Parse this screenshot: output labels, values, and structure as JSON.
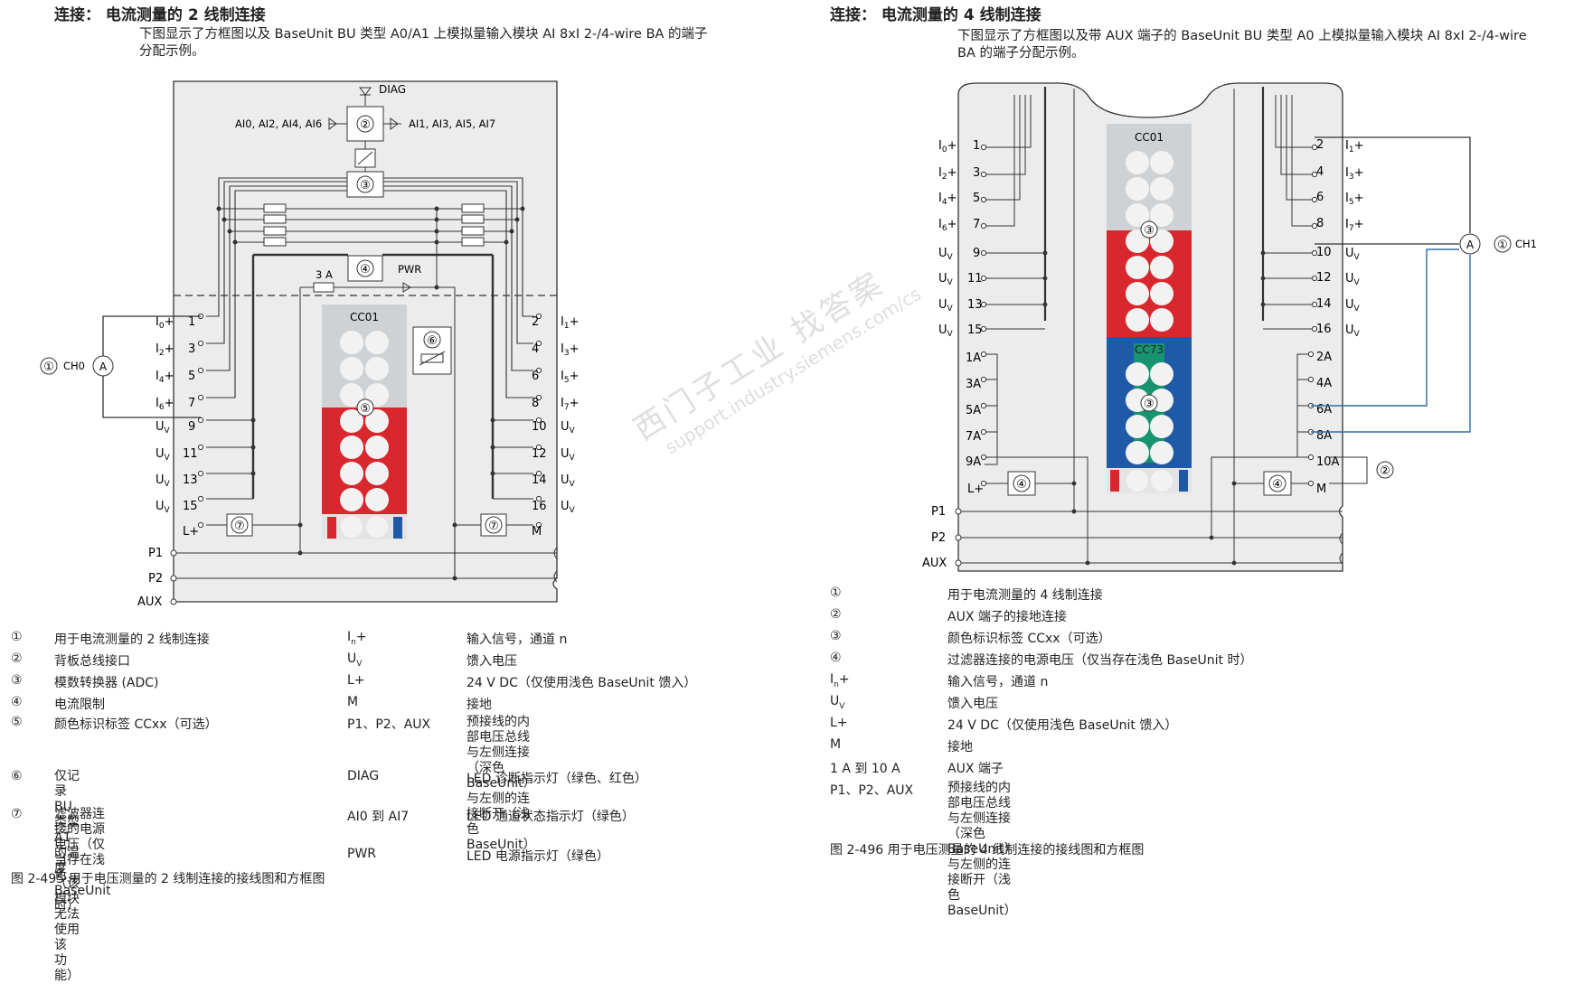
{
  "left": {
    "heading": "连接： 电流测量的 2 线制连接",
    "intro": [
      "下图显示了方框图以及 BaseUnit BU 类型 A0/A1 上模拟量输入模块 AI 8xI 2-/4-wire BA 的端子",
      "分配示例。"
    ],
    "diagram": {
      "diag": "DIAG",
      "led_left": "AI0, AI2, AI4, AI6",
      "led_right": "AI1, AI3, AI5, AI7",
      "fuse": "3 A",
      "pwr": "PWR",
      "cc_label": "CC01",
      "ch_label": "CH0",
      "ammeter": "A",
      "circ": [
        "②",
        "③",
        "④",
        "⑤",
        "⑥",
        "⑦",
        "⑦",
        "①"
      ],
      "left_pins": [
        "1",
        "3",
        "5",
        "7",
        "9",
        "11",
        "13",
        "15"
      ],
      "right_pins": [
        "2",
        "4",
        "6",
        "8",
        "10",
        "12",
        "14",
        "16"
      ],
      "left_sigs": [
        "I",
        "I",
        "I",
        "I",
        "U",
        "U",
        "U",
        "U"
      ],
      "left_subs": [
        "0",
        "2",
        "4",
        "6",
        "V",
        "V",
        "V",
        "V"
      ],
      "left_plus": [
        "+",
        "+",
        "+",
        "+",
        "",
        "",
        "",
        ""
      ],
      "right_sigs": [
        "I",
        "I",
        "I",
        "I",
        "U",
        "U",
        "U",
        "U"
      ],
      "right_subs": [
        "1",
        "3",
        "5",
        "7",
        "V",
        "V",
        "V",
        "V"
      ],
      "right_plus": [
        "+",
        "+",
        "+",
        "+",
        "",
        "",
        "",
        ""
      ],
      "lplus": "L+",
      "m": "M",
      "buses": [
        "P1",
        "P2",
        "AUX"
      ]
    },
    "legend": [
      {
        "num": "①",
        "desc": "用于电流测量的 2 线制连接",
        "term": "In+",
        "term_desc": "输入信号，通道 n"
      },
      {
        "num": "②",
        "desc": "背板总线接口",
        "term": "UV",
        "term_desc": "馈入电压"
      },
      {
        "num": "③",
        "desc": "模数转换器 (ADC)",
        "term": "L+",
        "term_desc": "24 V DC（仅使用浅色 BaseUnit 馈入）"
      },
      {
        "num": "④",
        "desc": "电流限制",
        "term": "M",
        "term_desc": "接地"
      },
      {
        "num": "⑤",
        "desc": "颜色标识标签 CCxx（可选）",
        "term": "P1、P2、AUX",
        "term_desc": "预接线的内部电压总线\n与左侧连接（深色 BaseUnit）\n与左侧的连接断开（浅色 BaseUnit）"
      },
      {
        "num": "⑥",
        "desc": "仅记录 BU 类型 A1 的温度（该模块无法使用该\n功能）",
        "term": "DIAG",
        "term_desc": "LED 诊断指示灯（绿色、红色）"
      },
      {
        "num": "⑦",
        "desc": "滤波器连接的电源电压（仅当存在浅色 BaseUnit\n时）",
        "term": "AI0 到 AI7",
        "term_desc": "LED 通道状态指示灯（绿色）"
      },
      {
        "num": "",
        "desc": "",
        "term": "PWR",
        "term_desc": "LED 电源指示灯（绿色）"
      }
    ],
    "caption": "图 2-495 用于电压测量的 2 线制连接的接线图和方框图"
  },
  "right": {
    "heading": "连接： 电流测量的 4 线制连接",
    "intro": [
      "下图显示了方框图以及带 AUX 端子的 BaseUnit BU 类型 A0 上模拟量输入模块 AI 8xI 2-/4-wire",
      "BA 的端子分配示例。"
    ],
    "diagram": {
      "cc_top": "CC01",
      "cc_bottom": "CC73",
      "ch_label": "CH1",
      "ammeter": "A",
      "circ": [
        "③",
        "③",
        "④",
        "④",
        "①",
        "②"
      ],
      "left_pins": [
        "1",
        "3",
        "5",
        "7",
        "9",
        "11",
        "13",
        "15"
      ],
      "left_sigs": [
        "I",
        "I",
        "I",
        "I",
        "U",
        "U",
        "U",
        "U"
      ],
      "left_subs": [
        "0",
        "2",
        "4",
        "6",
        "V",
        "V",
        "V",
        "V"
      ],
      "left_plus": [
        "+",
        "+",
        "+",
        "+",
        "",
        "",
        "",
        ""
      ],
      "right_pins": [
        "2",
        "4",
        "6",
        "8",
        "10",
        "12",
        "14",
        "16"
      ],
      "right_sigs": [
        "I",
        "I",
        "I",
        "I",
        "U",
        "U",
        "U",
        "U"
      ],
      "right_subs": [
        "1",
        "3",
        "5",
        "7",
        "V",
        "V",
        "V",
        "V"
      ],
      "right_plus": [
        "+",
        "+",
        "+",
        "+",
        "",
        "",
        "",
        ""
      ],
      "aux_left": [
        "1A",
        "3A",
        "5A",
        "7A",
        "9A"
      ],
      "aux_right": [
        "2A",
        "4A",
        "6A",
        "8A",
        "10A"
      ],
      "lplus": "L+",
      "m": "M",
      "buses": [
        "P1",
        "P2",
        "AUX"
      ]
    },
    "legend": [
      {
        "num": "①",
        "term": "",
        "desc": "用于电流测量的 4 线制连接"
      },
      {
        "num": "②",
        "term": "",
        "desc": "AUX 端子的接地连接"
      },
      {
        "num": "③",
        "term": "",
        "desc": "颜色标识标签 CCxx（可选）"
      },
      {
        "num": "④",
        "term": "",
        "desc": "过滤器连接的电源电压（仅当存在浅色 BaseUnit 时）"
      },
      {
        "num": "",
        "term": "In+",
        "desc": "输入信号，通道 n"
      },
      {
        "num": "",
        "term": "UV",
        "desc": "馈入电压"
      },
      {
        "num": "",
        "term": "L+",
        "desc": "24 V DC（仅使用浅色 BaseUnit 馈入）"
      },
      {
        "num": "",
        "term": "M",
        "desc": "接地"
      },
      {
        "num": "",
        "term": "1 A 到 10 A",
        "desc": "AUX 端子"
      },
      {
        "num": "",
        "term": "P1、P2、AUX",
        "desc": "预接线的内部电压总线\n与左侧连接（深色 BaseUnit）\n与左侧的连接断开（浅色 BaseUnit）"
      }
    ],
    "caption": "图 2-496 用于电压测量的 4 线制连接的接线图和方框图"
  },
  "watermark": {
    "line1": "西门子工业  找答案",
    "line2": "support.industry.siemens.com/cs"
  },
  "colors": {
    "red": "#d9272e",
    "blue": "#1f5aa6",
    "green": "#17936f",
    "wire_blue": "#2c6ea5",
    "gray": "#cfd2d4",
    "panel": "#ececec"
  }
}
